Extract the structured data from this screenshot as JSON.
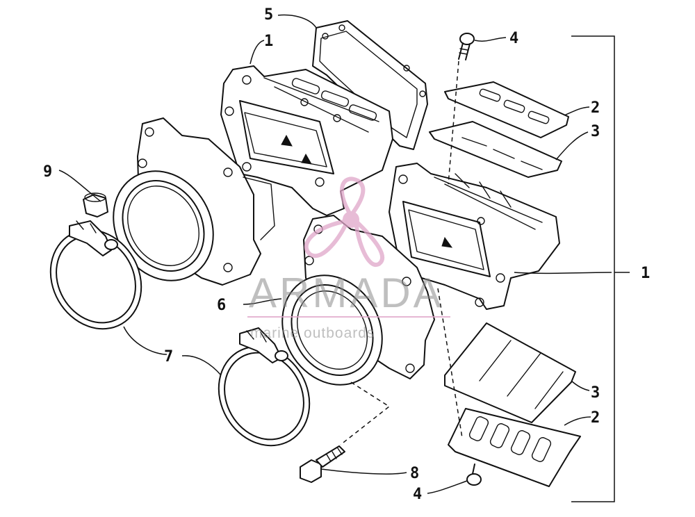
{
  "diagram": {
    "callouts": {
      "c5": "5",
      "c1_top": "1",
      "c4_top": "4",
      "c2_top": "2",
      "c3_top": "3",
      "c9": "9",
      "c1_right": "1",
      "c6": "6",
      "c7": "7",
      "c3_bottom": "3",
      "c2_bottom": "2",
      "c8": "8",
      "c4_bottom": "4"
    }
  },
  "watermark": {
    "brand": "ARMADA",
    "tagline": "marine outboards",
    "accent_color": "#e0a6c9"
  }
}
